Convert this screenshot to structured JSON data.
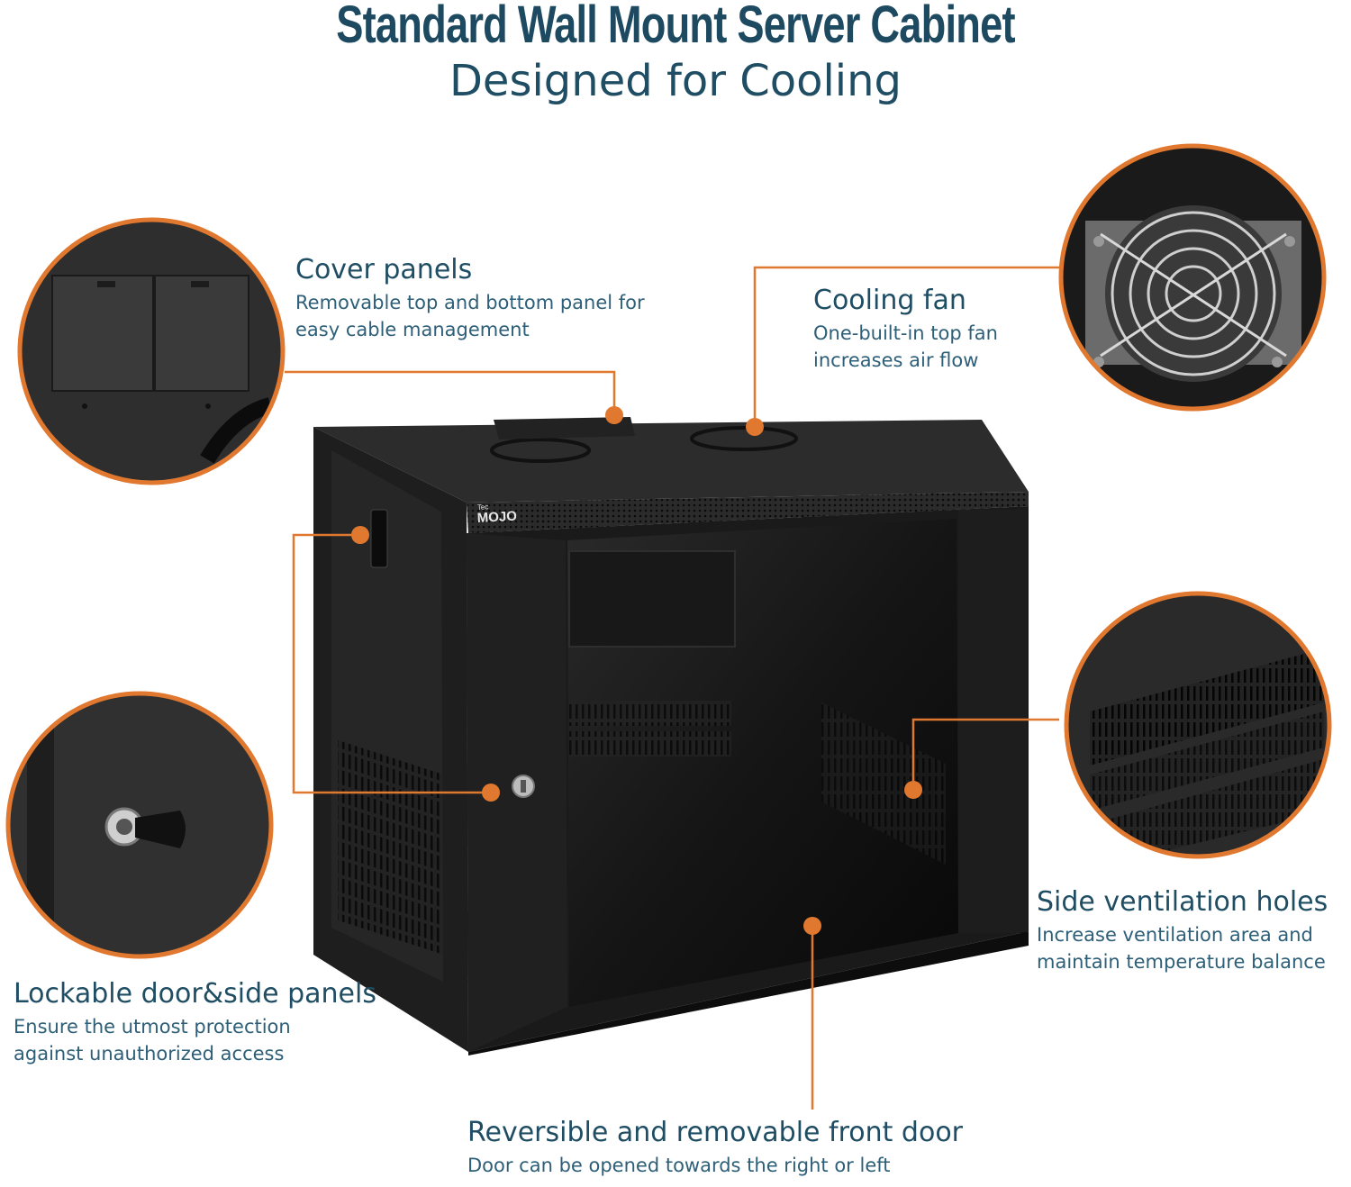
{
  "header": {
    "title": "Standard Wall Mount Server Cabinet",
    "subtitle": "Designed for Cooling"
  },
  "brand": {
    "logo_text": "MOJO",
    "logo_small": "Tec"
  },
  "features": {
    "cover_panels": {
      "title": "Cover panels",
      "desc_line1": "Removable top and bottom panel for",
      "desc_line2": "easy cable management"
    },
    "cooling_fan": {
      "title": "Cooling fan",
      "desc_line1": "One-built-in top fan",
      "desc_line2": "increases air flow"
    },
    "lockable": {
      "title": "Lockable door&side panels",
      "desc_line1": "Ensure the utmost protection",
      "desc_line2": "against unauthorized access"
    },
    "side_vent": {
      "title": "Side ventilation holes",
      "desc_line1": "Increase ventilation area and",
      "desc_line2": "maintain temperature balance"
    },
    "front_door": {
      "title": "Reversible and removable front door",
      "desc_line1": "Door can be opened towards the right or left"
    }
  },
  "colors": {
    "accent": "#e0782f",
    "text": "#1f4d63",
    "cabinet": "#1b1b1b"
  }
}
